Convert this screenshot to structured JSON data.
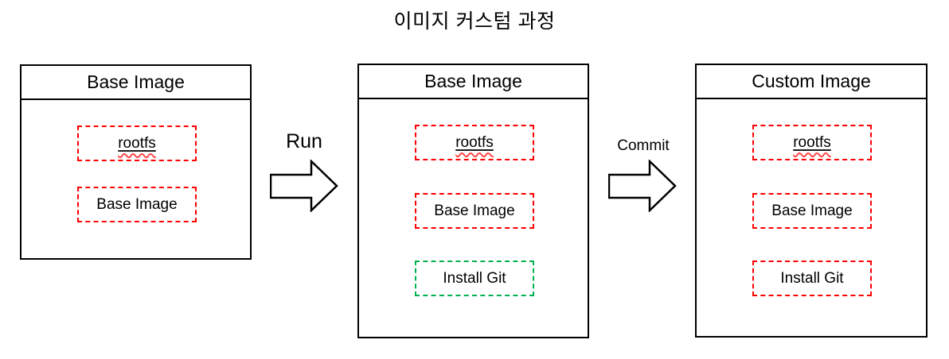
{
  "title": "이미지 커스텀 과정",
  "colors": {
    "layer_red": "#ff0000",
    "layer_green": "#00b050",
    "outline_black": "#000000",
    "spellcheck_squiggle": "#ff4a4a",
    "background": "#ffffff"
  },
  "stages": [
    {
      "header": "Base Image",
      "layers": [
        {
          "label": "rootfs"
        },
        {
          "label": "Base Image"
        }
      ]
    },
    {
      "header": "Base Image",
      "layers": [
        {
          "label": "rootfs"
        },
        {
          "label": "Base Image"
        },
        {
          "label": "Install Git"
        }
      ]
    },
    {
      "header": "Custom Image",
      "layers": [
        {
          "label": "rootfs"
        },
        {
          "label": "Base Image"
        },
        {
          "label": "Install Git"
        }
      ]
    }
  ],
  "arrows": [
    {
      "label": "Run"
    },
    {
      "label": "Commit"
    }
  ]
}
